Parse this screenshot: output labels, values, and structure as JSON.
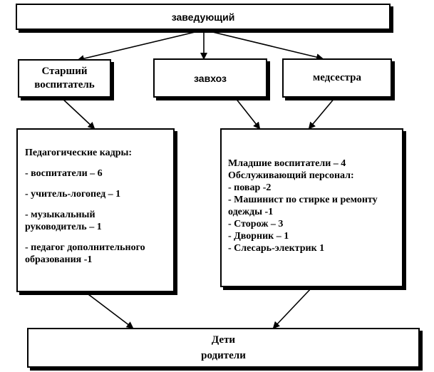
{
  "top": {
    "label": "заведующий"
  },
  "middle": [
    {
      "label": "Старший воспитатель"
    },
    {
      "label": "завхоз"
    },
    {
      "label": "медсестра"
    }
  ],
  "left_panel": {
    "title": "Педагогические кадры:",
    "items": [
      "- воспитатели – 6",
      "- учитель-логопед – 1",
      "- музыкальный руководитель – 1",
      "- педагог дополнительного образования -1"
    ]
  },
  "right_panel": {
    "lines": [
      "Младшие воспитатели – 4",
      "Обслуживающий персонал:",
      "- повар -2",
      "- Машинист по стирке и ремонту одежды -1",
      "- Сторож – 3",
      "- Дворник – 1",
      "- Слесарь-электрик 1"
    ]
  },
  "bottom": {
    "line1": "Дети",
    "line2": "родители"
  }
}
